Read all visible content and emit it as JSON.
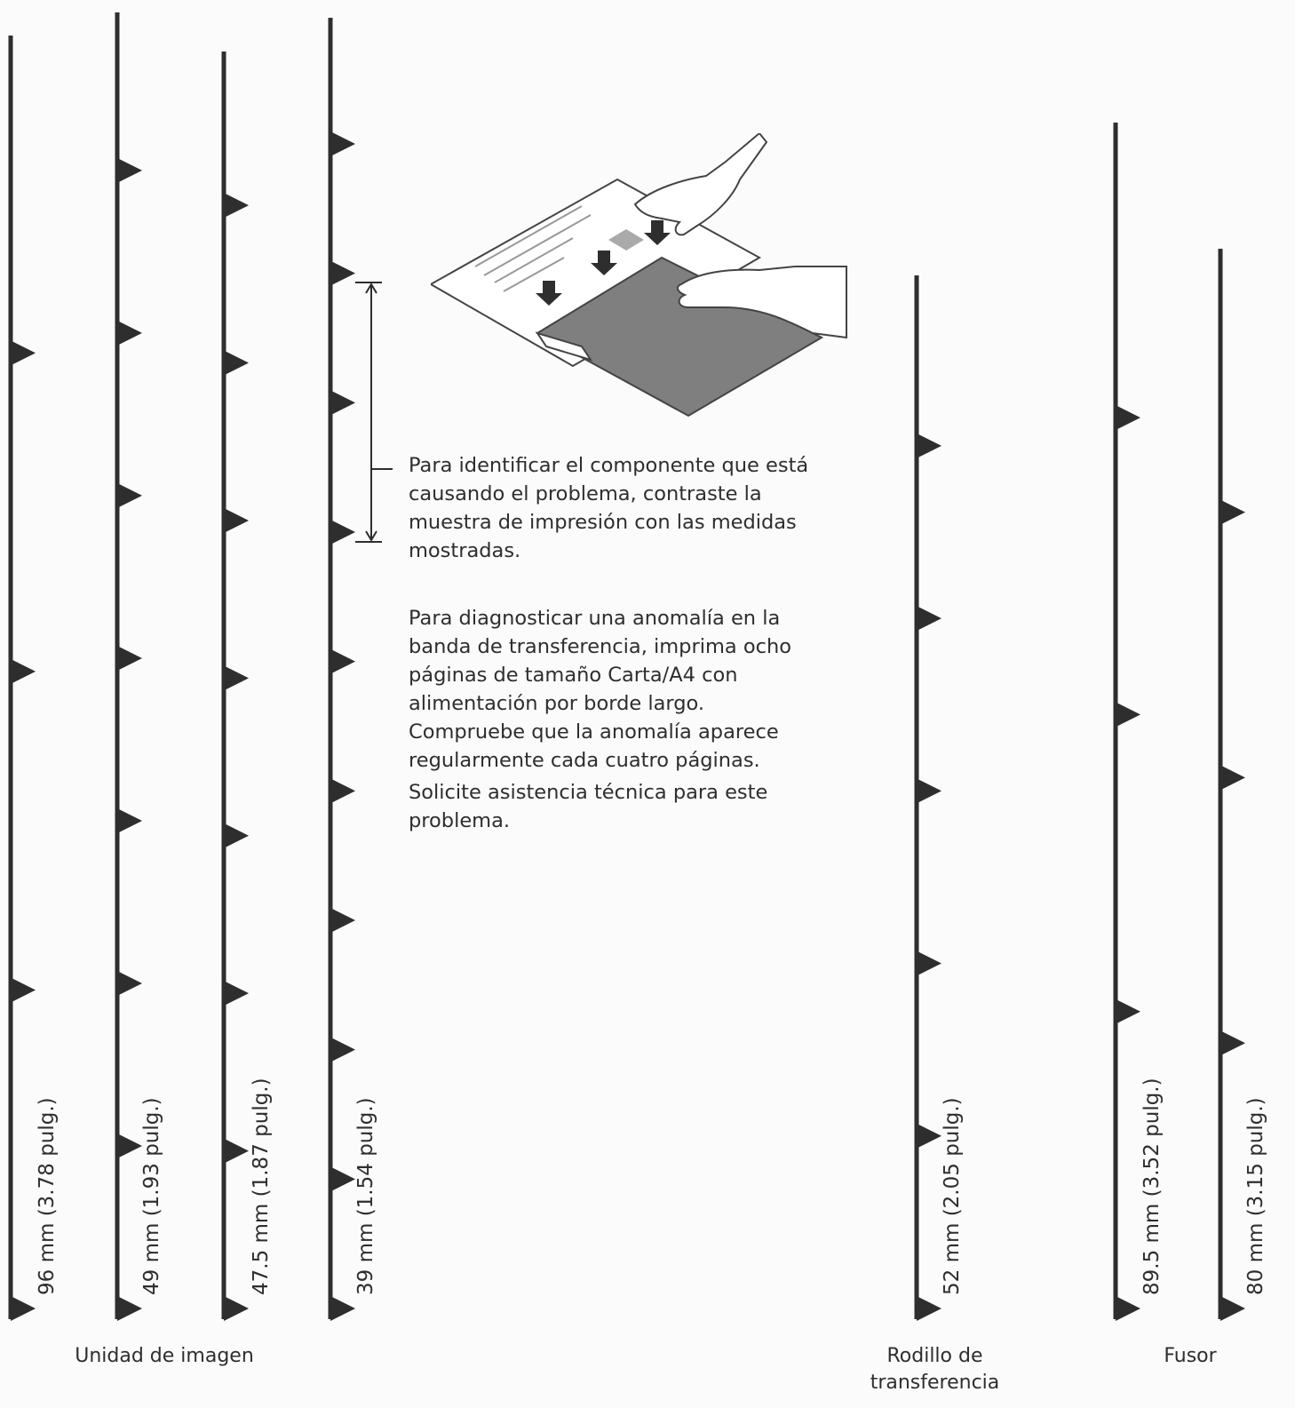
{
  "rulers": [
    {
      "label": "96 mm (3.78 pulg.)",
      "mm": 96
    },
    {
      "label": "49 mm (1.93 pulg.)",
      "mm": 49
    },
    {
      "label": "47.5 mm (1.87 pulg.)",
      "mm": 47.5
    },
    {
      "label": "39 mm (1.54 pulg.)",
      "mm": 39
    },
    {
      "label": "52 mm (2.05 pulg.)",
      "mm": 52
    },
    {
      "label": "89.5 mm (3.52 pulg.)",
      "mm": 89.5
    },
    {
      "label": "80 mm (3.15 pulg.)",
      "mm": 80
    }
  ],
  "groups": {
    "imaging_unit": "Unidad de imagen",
    "transfer_roller": "Rodillo de transferencia",
    "fuser": "Fusor"
  },
  "text": {
    "para1": "Para identificar el componente que está causando el problema, contraste la muestra de impresión con las medidas mostradas.",
    "para2": "Para diagnosticar una anomalía en la banda de transferencia, imprima ocho páginas de tamaño Carta/A4 con alimentación por borde largo. Compruebe que la anomalía aparece regularmente cada cuatro páginas.",
    "para3": "Solicite asistencia técnica para este problema."
  },
  "colors": {
    "ink": "#2e2e2e",
    "page_bg": "#fbfbfb",
    "sheet_gray": "#7a7a7a"
  }
}
